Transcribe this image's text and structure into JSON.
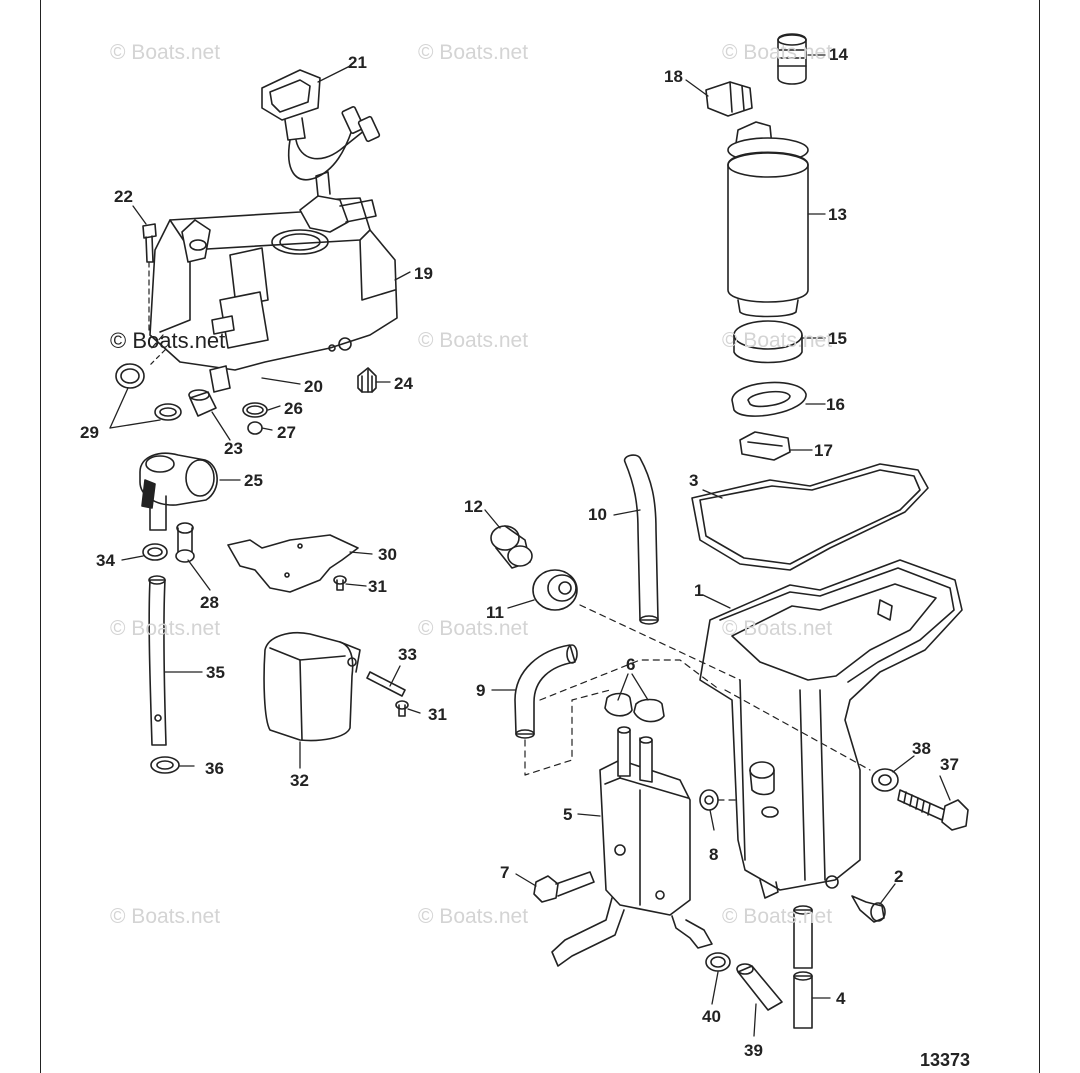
{
  "diagram": {
    "figure_number": "13373",
    "watermark_text": "© Boats.net",
    "watermark_color": "#d4d4d4",
    "line_color": "#222222",
    "part_callouts": [
      "1",
      "2",
      "3",
      "4",
      "5",
      "6",
      "7",
      "8",
      "9",
      "10",
      "11",
      "12",
      "13",
      "14",
      "15",
      "16",
      "17",
      "18",
      "19",
      "20",
      "21",
      "22",
      "23",
      "24",
      "25",
      "26",
      "27",
      "28",
      "29",
      "30",
      "31",
      "31",
      "32",
      "33",
      "34",
      "35",
      "36",
      "37",
      "38",
      "39",
      "40"
    ]
  }
}
